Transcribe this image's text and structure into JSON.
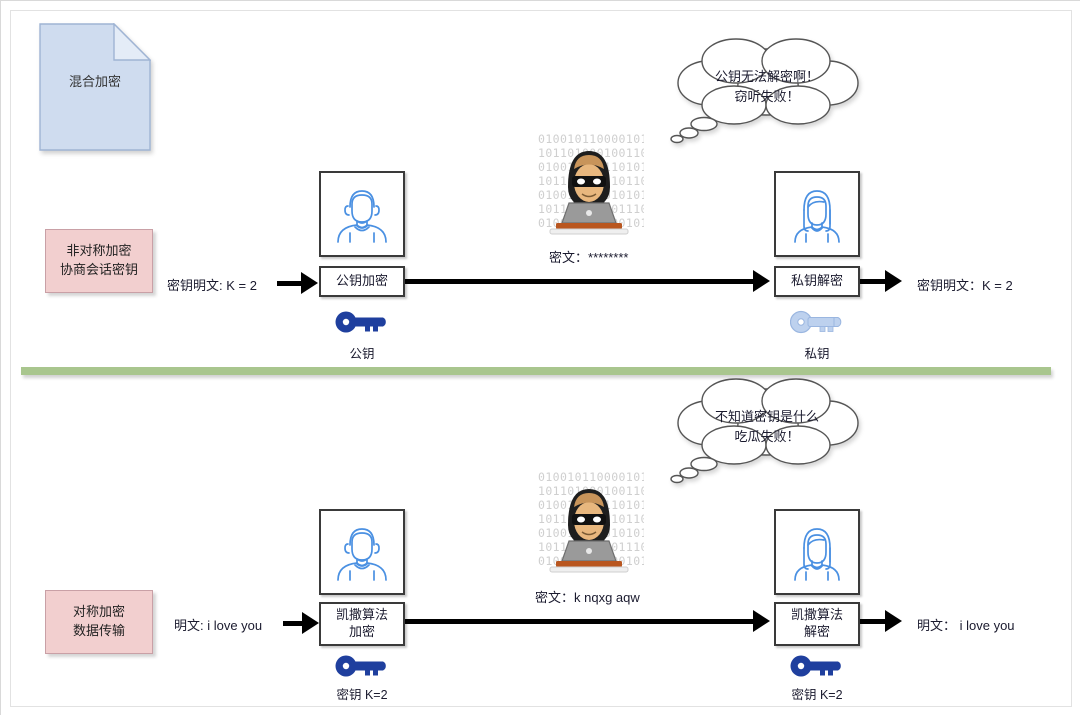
{
  "page": {
    "title": "混合加密",
    "accent_green": "#a9c68e",
    "accent_pink": "#f2cfcf",
    "accent_blue": "#cfdcef",
    "key_solid_color": "#1f3f9e",
    "key_outline_color": "#a9c2e8"
  },
  "note": {
    "label": "混合加密"
  },
  "divider": {
    "color": "#a9c68e"
  },
  "row_asymmetric": {
    "side_label": "非对称加密\n协商会话密钥",
    "side_label_line1": "非对称加密",
    "side_label_line2": "协商会话密钥",
    "input_text": "密钥明文: K = 2",
    "output_text": "密钥明文：K = 2",
    "sender_box": "公钥加密",
    "receiver_box": "私钥解密",
    "sender_key_label": "公钥",
    "receiver_key_label": "私钥",
    "sender_avatar": "male-avatar-icon",
    "receiver_avatar": "female-avatar-icon",
    "cipher_label": "密文：",
    "cipher_value": "********",
    "attacker_icon": "hacker-icon",
    "bubble_line1": "公钥无法解密啊！",
    "bubble_line2": "窃听失败！"
  },
  "row_symmetric": {
    "side_label_line1": "对称加密",
    "side_label_line2": "数据传输",
    "input_text": "明文: i love you",
    "output_text": "明文： i love you",
    "sender_box_line1": "凯撒算法",
    "sender_box_line2": "加密",
    "receiver_box_line1": "凯撒算法",
    "receiver_box_line2": "解密",
    "sender_key_label": "密钥 K=2",
    "receiver_key_label": "密钥 K=2",
    "sender_avatar": "male-avatar-icon",
    "receiver_avatar": "female-avatar-icon",
    "cipher_label": "密文：",
    "cipher_value": "k nqxg aqw",
    "attacker_icon": "hacker-icon",
    "bubble_line1": "不知道密钥是什么",
    "bubble_line2": "吃瓜失败！"
  }
}
